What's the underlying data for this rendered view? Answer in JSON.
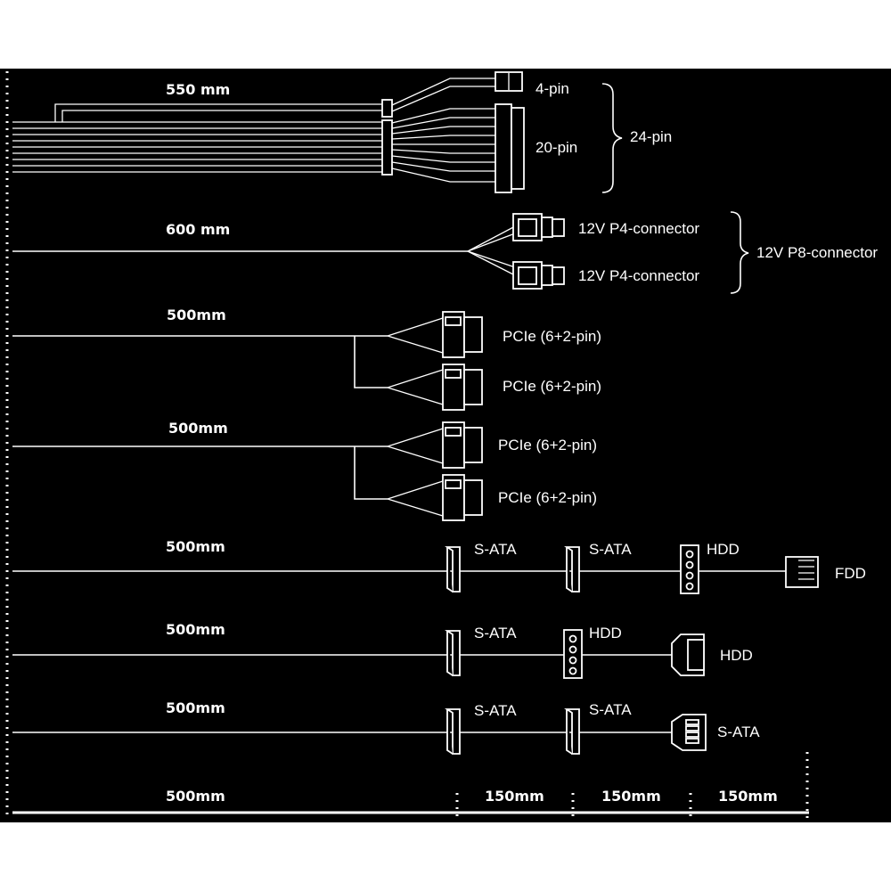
{
  "colors": {
    "background": "#000000",
    "line": "#ffffff",
    "page": "#ffffff"
  },
  "cables": {
    "atx": {
      "length": "550 mm",
      "pin4": "4-pin",
      "pin20": "20-pin",
      "pin24": "24-pin"
    },
    "cpu": {
      "length": "600 mm",
      "p4_a": "12V P4-connector",
      "p4_b": "12V P4-connector",
      "p8": "12V P8-connector"
    },
    "pcie1": {
      "length": "500mm",
      "conn_a": "PCIe (6+2-pin)",
      "conn_b": "PCIe (6+2-pin)"
    },
    "pcie2": {
      "length": "500mm",
      "conn_a": "PCIe (6+2-pin)",
      "conn_b": "PCIe (6+2-pin)"
    },
    "periph1": {
      "length": "500mm",
      "c1": "S-ATA",
      "c2": "S-ATA",
      "c3": "HDD",
      "c4": "FDD"
    },
    "periph2": {
      "length": "500mm",
      "c1": "S-ATA",
      "c2": "HDD",
      "c3": "HDD"
    },
    "periph3": {
      "length": "500mm",
      "c1": "S-ATA",
      "c2": "S-ATA",
      "c3": "S-ATA"
    }
  },
  "scale": {
    "seg1": "500mm",
    "seg2": "150mm",
    "seg3": "150mm",
    "seg4": "150mm"
  }
}
